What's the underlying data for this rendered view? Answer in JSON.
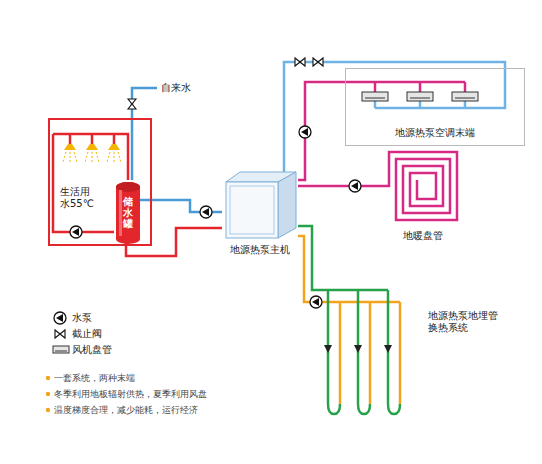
{
  "diagram": {
    "nodes": [
      {
        "text": [
          "生活用 水55℃"
        ]
      },
      {
        "text": [
          "储水罐"
        ],
        "in": 0
      },
      {
        "text": [
          "地源热泵主机"
        ]
      },
      {
        "text": [
          "地源热泵空调末端"
        ]
      },
      {
        "text": [
          "地暖盘管"
        ]
      },
      {
        "text": [
          "地源热泵地埋管 换热系统"
        ]
      }
    ],
    "edges": [
      {
        "from": 1,
        "to": 2,
        "arrow": "none"
      },
      {
        "from": 2,
        "to": 3,
        "arrow": "none"
      },
      {
        "from": 2,
        "to": 4,
        "arrow": "none"
      },
      {
        "from": 2,
        "to": 5,
        "arrow": "none"
      }
    ],
    "labels": [
      "自来水",
      "一套系统，两种末端",
      "冬季利用地板辐射供热，夏季利用风盘",
      "温度梯度合理，减少能耗，运行经济"
    ],
    "legend": [
      {
        "text": "水泵"
      },
      {
        "text": "截止阀"
      },
      {
        "text": "风机盘管"
      }
    ]
  }
}
